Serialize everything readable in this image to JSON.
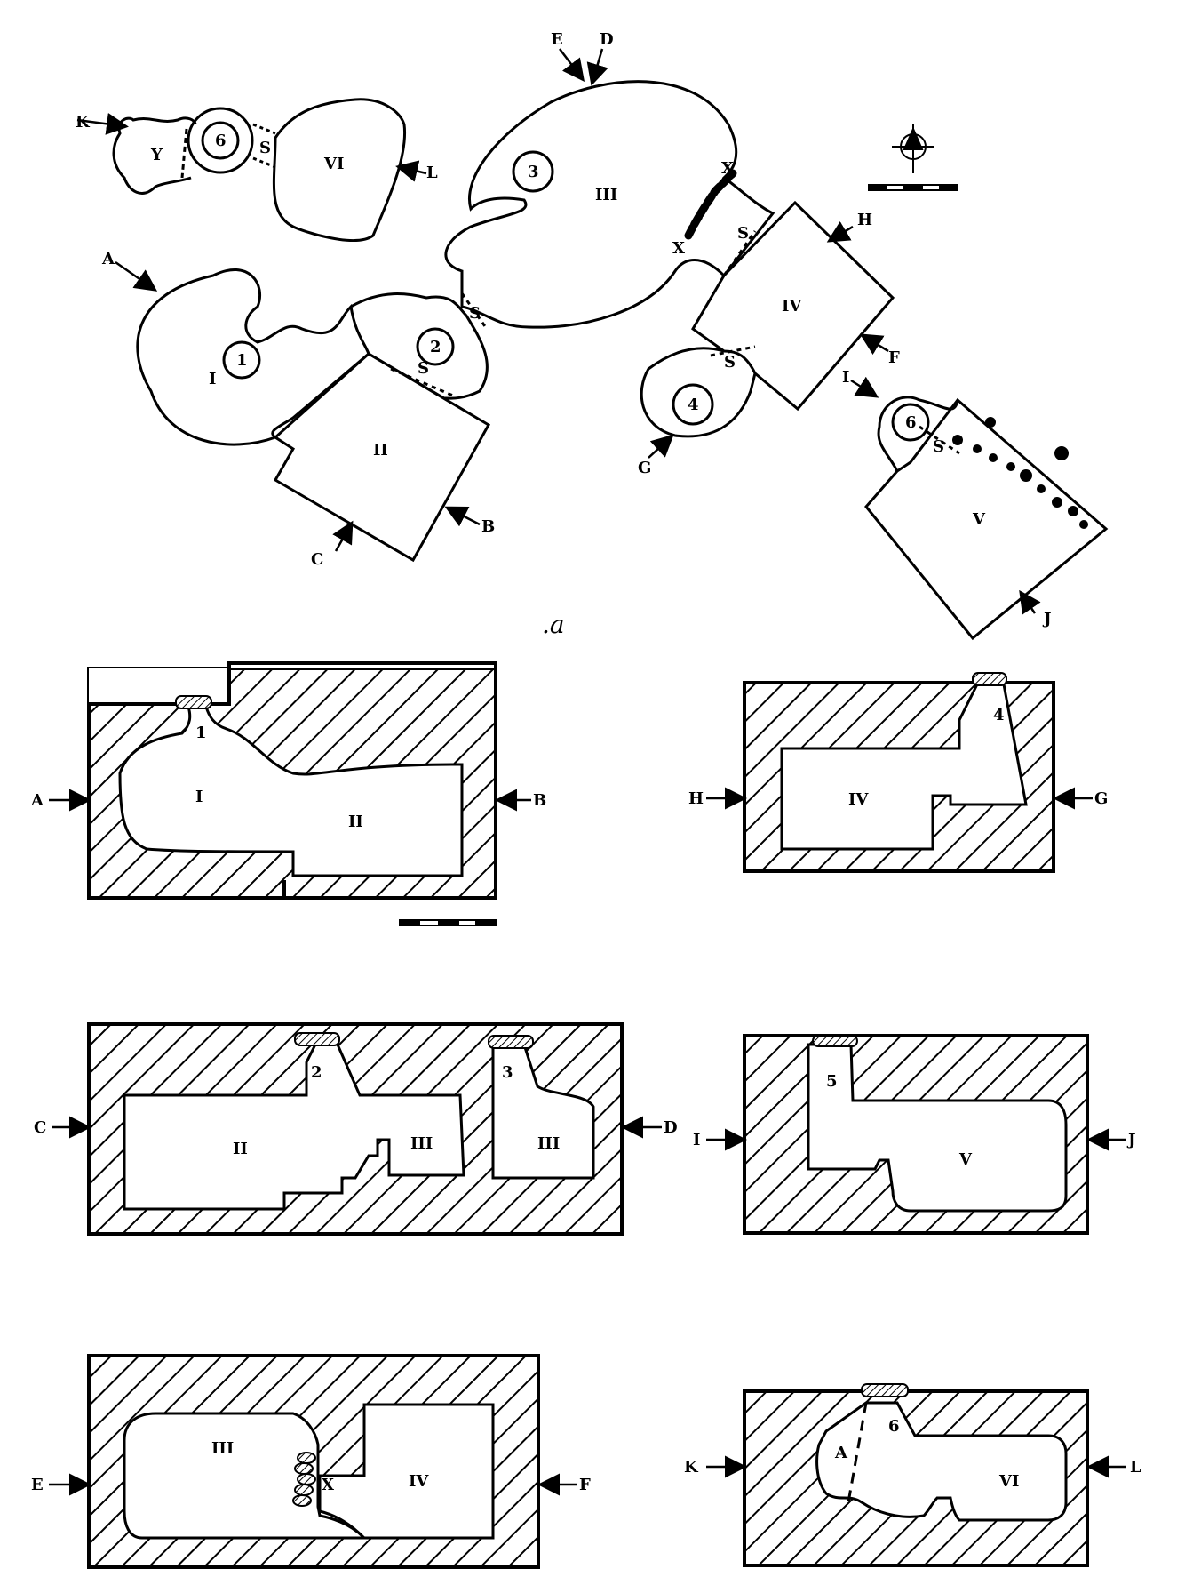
{
  "figure_label": ".a",
  "plan": {
    "chambers": {
      "I": "I",
      "II": "II",
      "III": "III",
      "IV": "IV",
      "V": "V",
      "VI": "VI"
    },
    "shafts": [
      "1",
      "2",
      "3",
      "4",
      "6",
      "6"
    ],
    "step_label": "S",
    "section_markers": [
      "A",
      "B",
      "C",
      "D",
      "E",
      "F",
      "G",
      "H",
      "I",
      "J",
      "K",
      "L"
    ],
    "blockage_label": "X",
    "annex_label": "Y"
  },
  "sections": [
    {
      "id": "AB",
      "left": "A",
      "right": "B",
      "labels": [
        "1",
        "I",
        "II"
      ]
    },
    {
      "id": "HG",
      "left": "H",
      "right": "G",
      "labels": [
        "4",
        "IV"
      ]
    },
    {
      "id": "CD",
      "left": "C",
      "right": "D",
      "labels": [
        "2",
        "II",
        "III",
        "3",
        "III"
      ]
    },
    {
      "id": "IJ",
      "left": "I",
      "right": "J",
      "labels": [
        "5",
        "V"
      ]
    },
    {
      "id": "EF",
      "left": "E",
      "right": "F",
      "labels": [
        "III",
        "X",
        "IV"
      ]
    },
    {
      "id": "KL",
      "left": "K",
      "right": "L",
      "labels": [
        "A",
        "6",
        "VI"
      ]
    }
  ],
  "colors": {
    "ink": "#000000",
    "paper": "#ffffff"
  },
  "icons": {
    "north": "north-arrow-icon",
    "scale": "scale-bar-icon"
  }
}
